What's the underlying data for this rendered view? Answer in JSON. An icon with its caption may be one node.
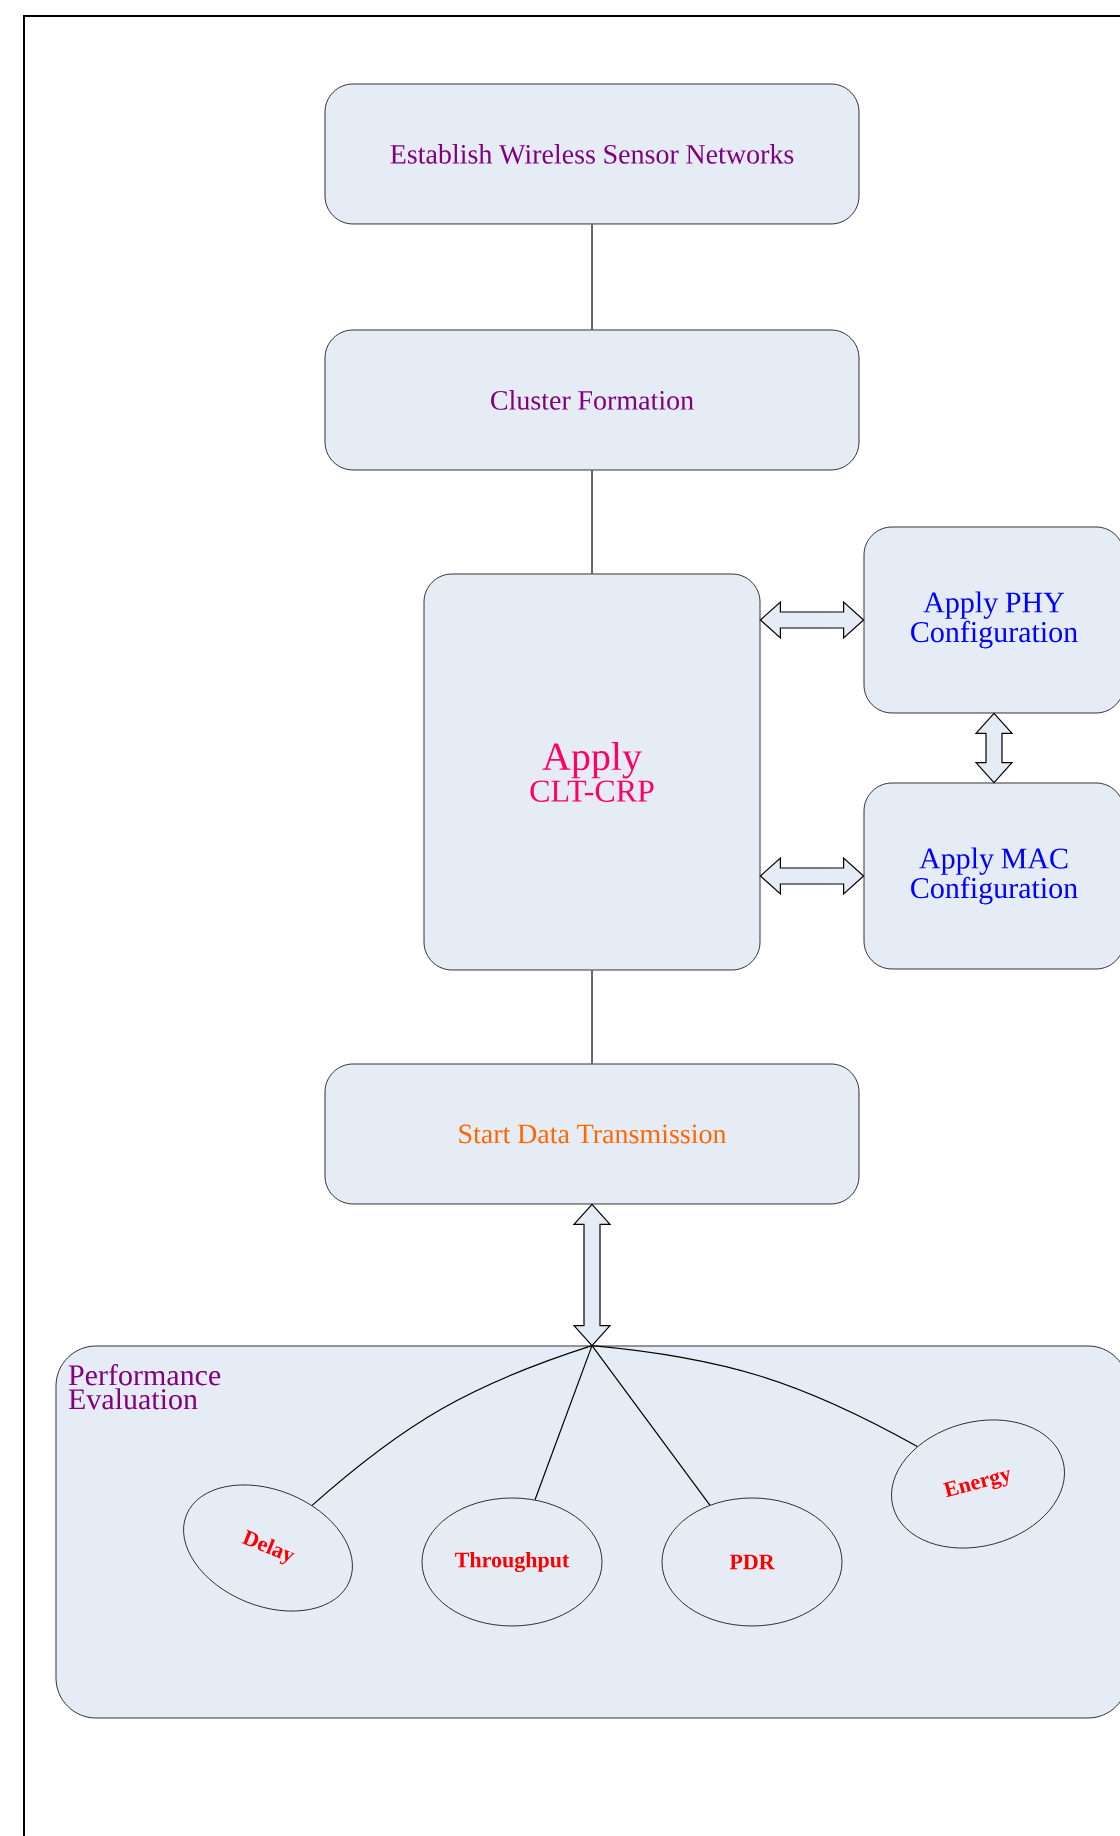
{
  "diagram": {
    "nodes": [
      {
        "text": [
          "Establish Wireless Sensor Networks"
        ]
      },
      {
        "text": [
          "Cluster Formation"
        ]
      },
      {
        "text": [
          "Apply",
          "CLT-CRP"
        ]
      },
      {
        "text": [
          "Apply PHY Configuration"
        ]
      },
      {
        "text": [
          "Apply MAC Configuration"
        ]
      },
      {
        "text": [
          "Start Data Transmission"
        ]
      },
      {
        "text": [
          "Performance Evaluation"
        ]
      },
      {
        "text": [
          "Delay"
        ],
        "in": 6
      },
      {
        "text": [
          "Throughput"
        ],
        "in": 6
      },
      {
        "text": [
          "PDR"
        ],
        "in": 6
      },
      {
        "text": [
          "Energy"
        ],
        "in": 6
      }
    ],
    "edges": [
      {
        "from": 0,
        "to": 1,
        "arrow": "none"
      },
      {
        "from": 1,
        "to": 2,
        "arrow": "none"
      },
      {
        "from": 2,
        "to": 3,
        "arrow": "both",
        "style": "thick"
      },
      {
        "from": 2,
        "to": 4,
        "arrow": "both",
        "style": "thick"
      },
      {
        "from": 3,
        "to": 4,
        "arrow": "both",
        "style": "thick"
      },
      {
        "from": 2,
        "to": 5,
        "arrow": "none"
      },
      {
        "from": 5,
        "to": 6,
        "arrow": "both",
        "style": "thick"
      },
      {
        "from": 6,
        "to": 7,
        "arrow": "none"
      },
      {
        "from": 6,
        "to": 8,
        "arrow": "none"
      },
      {
        "from": 6,
        "to": 9,
        "arrow": "none"
      },
      {
        "from": 6,
        "to": 10,
        "arrow": "none"
      }
    ]
  }
}
